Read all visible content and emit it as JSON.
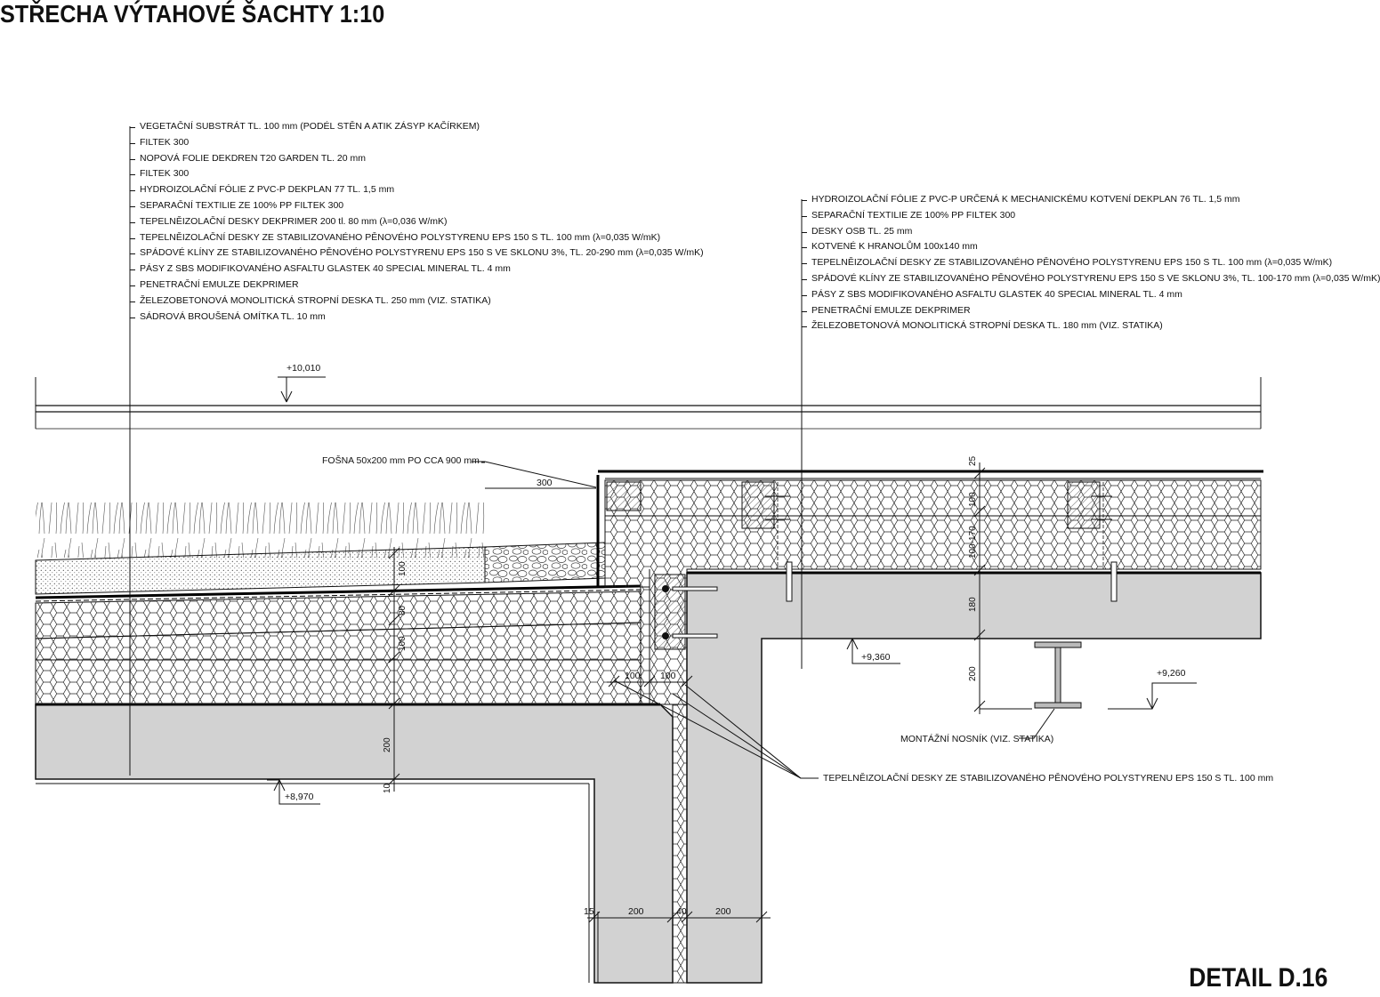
{
  "title": "STŘECHA VÝTAHOVÉ ŠACHTY  1:10",
  "detail_label": "DETAIL D.16",
  "legend_left": [
    "VEGETAČNÍ SUBSTRÁT TL. 100 mm (PODÉL STĚN A ATIK ZÁSYP KAČÍRKEM)",
    "FILTEK 300",
    "NOPOVÁ FOLIE DEKDREN T20 GARDEN TL. 20 mm",
    "FILTEK 300",
    "HYDROIZOLAČNÍ FÓLIE Z PVC-P DEKPLAN 77 TL. 1,5 mm",
    "SEPARAČNÍ TEXTILIE ZE 100% PP FILTEK 300",
    "TEPELNĚIZOLAČNÍ DESKY DEKPRIMER 200 tl. 80 mm (λ=0,036 W/mK)",
    "TEPELNĚIZOLAČNÍ DESKY ZE STABILIZOVANÉHO PĚNOVÉHO POLYSTYRENU EPS 150 S TL. 100 mm (λ=0,035 W/mK)",
    "SPÁDOVÉ KLÍNY ZE STABILIZOVANÉHO PĚNOVÉHO POLYSTYRENU EPS 150 S VE SKLONU 3%, TL. 20-290 mm (λ=0,035 W/mK)",
    "PÁSY Z SBS MODIFIKOVANÉHO ASFALTU GLASTEK 40 SPECIAL MINERAL TL. 4 mm",
    "PENETRAČNÍ EMULZE DEKPRIMER",
    "ŽELEZOBETONOVÁ MONOLITICKÁ STROPNÍ DESKA TL. 250 mm (VIZ. STATIKA)",
    "SÁDROVÁ BROUŠENÁ OMÍTKA TL. 10 mm"
  ],
  "legend_right": [
    "HYDROIZOLAČNÍ FÓLIE Z PVC-P URČENÁ K MECHANICKÉMU KOTVENÍ DEKPLAN 76 TL. 1,5 mm",
    "SEPARAČNÍ TEXTILIE ZE 100% PP FILTEK 300",
    "DESKY OSB TL. 25 mm",
    "KOTVENÉ K HRANOLŮM 100x140 mm",
    "TEPELNĚIZOLAČNÍ DESKY ZE STABILIZOVANÉHO PĚNOVÉHO POLYSTYRENU EPS 150 S TL. 100 mm (λ=0,035 W/mK)",
    "SPÁDOVÉ KLÍNY ZE STABILIZOVANÉHO PĚNOVÉHO POLYSTYRENU EPS 150 S VE SKLONU 3%, TL. 100-170 mm (λ=0,035 W/mK)",
    "PÁSY Z SBS MODIFIKOVANÉHO ASFALTU GLASTEK 40 SPECIAL MINERAL TL. 4 mm",
    "PENETRAČNÍ EMULZE DEKPRIMER",
    "ŽELEZOBETONOVÁ MONOLITICKÁ STROPNÍ DESKA TL. 180 mm (VIZ. STATIKA)"
  ],
  "annotations": {
    "plank": "FOŠNA 50x200 mm PO CCA 900 mm",
    "beam": "MONTÁŽNÍ NOSNÍK (VIZ. STATIKA)",
    "insulation": "TEPELNĚIZOLAČNÍ DESKY ZE STABILIZOVANÉHO PĚNOVÉHO POLYSTYRENU EPS 150 S TL. 100 mm"
  },
  "levels": {
    "top": "+10,010",
    "slab_right": "+9,360",
    "beam": "+9,260",
    "slab_left": "+8,970"
  },
  "dimensions": {
    "d300": "300",
    "d25": "25",
    "d100r": "100",
    "d100_170": "100-170",
    "d180": "180",
    "d200r": "200",
    "d100a": "100",
    "d80": "80",
    "d100b": "100",
    "d200l": "200",
    "d10": "10",
    "w100a": "100",
    "w100b": "100",
    "b15": "15",
    "b200a": "200",
    "b40": "40",
    "b200b": "200"
  }
}
